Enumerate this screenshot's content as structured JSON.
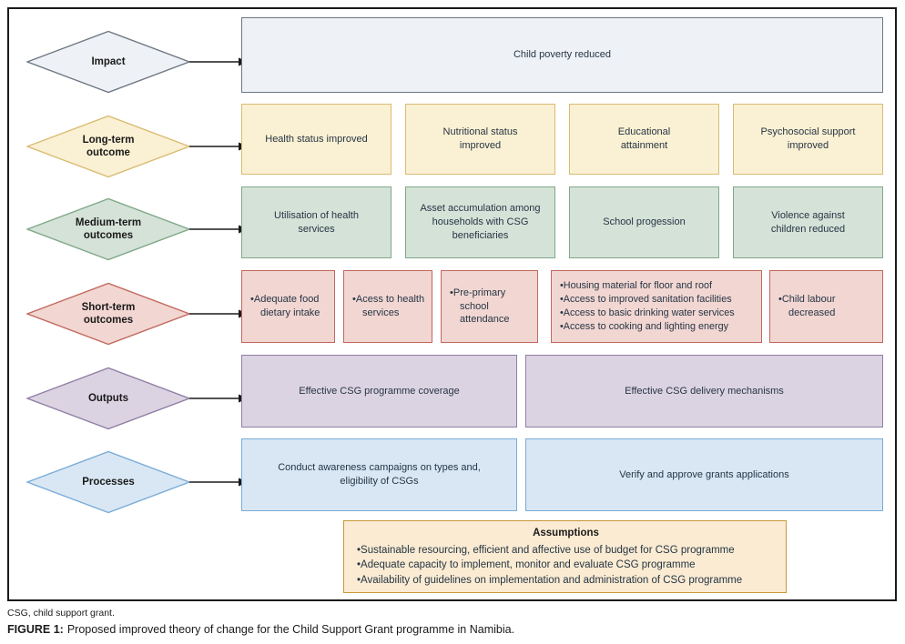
{
  "figure": {
    "note": "CSG, child support grant.",
    "caption_label": "FIGURE 1:",
    "caption_text": "Proposed improved theory of change for the Child Support Grant programme in Namibia."
  },
  "rows": [
    {
      "label": "Impact",
      "colors": {
        "fill": "#EEF1F5",
        "border": "#6F7883"
      },
      "boxes": [
        {
          "text": "Child poverty reduced"
        }
      ]
    },
    {
      "label": "Long-term outcome",
      "colors": {
        "fill": "#FAF0D3",
        "border": "#D9BC72"
      },
      "boxes": [
        {
          "text": "Health status improved"
        },
        {
          "text": "Nutritional status improved"
        },
        {
          "text": "Educational attainment"
        },
        {
          "text": "Psychosocial support improved"
        }
      ]
    },
    {
      "label": "Medium-term outcomes",
      "colors": {
        "fill": "#D5E2D8",
        "border": "#7FA887"
      },
      "boxes": [
        {
          "text": "Utilisation of health services"
        },
        {
          "text": "Asset accumulation among households with CSG beneficiaries"
        },
        {
          "text": "School progession"
        },
        {
          "text": "Violence against children reduced"
        }
      ]
    },
    {
      "label": "Short-term outcomes",
      "colors": {
        "fill": "#F1D6D2",
        "border": "#C2685D"
      },
      "boxes": [
        {
          "bullets": [
            "Adequate food dietary intake"
          ]
        },
        {
          "bullets": [
            "Acess to health services"
          ]
        },
        {
          "bullets": [
            "Pre-primary school attendance"
          ]
        },
        {
          "bullets": [
            "Housing material for floor and roof",
            "Access to improved sanitation facilities",
            "Access to basic drinking water services",
            "Access to cooking and lighting energy"
          ]
        },
        {
          "bullets": [
            "Child labour decreased"
          ]
        }
      ]
    },
    {
      "label": "Outputs",
      "colors": {
        "fill": "#DCD3E2",
        "border": "#8F7FA5"
      },
      "boxes": [
        {
          "text": "Effective CSG programme coverage"
        },
        {
          "text": "Effective CSG delivery mechanisms"
        }
      ]
    },
    {
      "label": "Processes",
      "colors": {
        "fill": "#D8E7F3",
        "border": "#7AACD9"
      },
      "boxes": [
        {
          "text": "Conduct awareness campaigns on types and, eligibility of CSGs"
        },
        {
          "text": "Verify and approve grants applications"
        }
      ]
    }
  ],
  "assumptions": {
    "title": "Assumptions",
    "bullets": [
      "Sustainable resourcing, efficient and affective use of budget for CSG programme",
      "Adequate capacity to implement, monitor and evaluate CSG programme",
      "Availability of guidelines on implementation and administration of CSG programme"
    ],
    "colors": {
      "fill": "#FAEBD2",
      "border": "#C79838"
    }
  }
}
